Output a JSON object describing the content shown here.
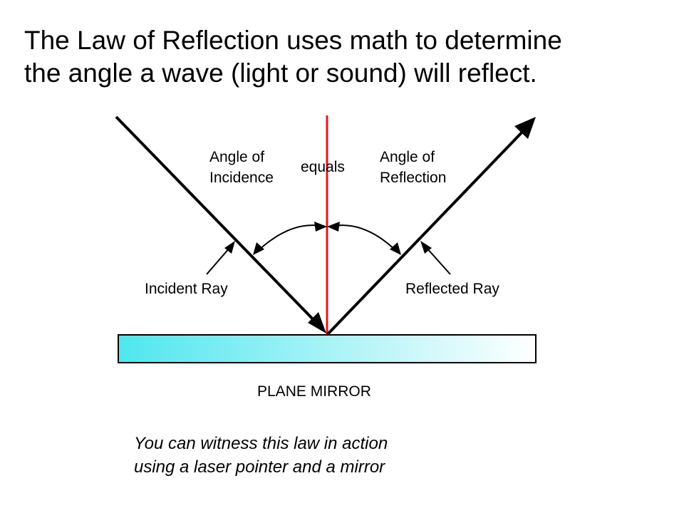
{
  "slide": {
    "title_line1": "The Law of Reflection uses math to determine",
    "title_line2": "the angle a wave (light or sound) will reflect.",
    "caption_line1": "You can witness this law in action",
    "caption_line2": "using a laser pointer and a mirror"
  },
  "diagram": {
    "angle_incidence_line1": "Angle of",
    "angle_incidence_line2": "Incidence",
    "equals": "equals",
    "angle_reflection_line1": "Angle of",
    "angle_reflection_line2": "Reflection",
    "incident_ray": "Incident Ray",
    "reflected_ray": "Reflected Ray",
    "plane_mirror": "PLANE MIRROR"
  },
  "colors": {
    "normal_line": "#e8151b",
    "mirror_left": "#4fe6ee",
    "mirror_right": "#ffffff",
    "ray": "#000000"
  }
}
